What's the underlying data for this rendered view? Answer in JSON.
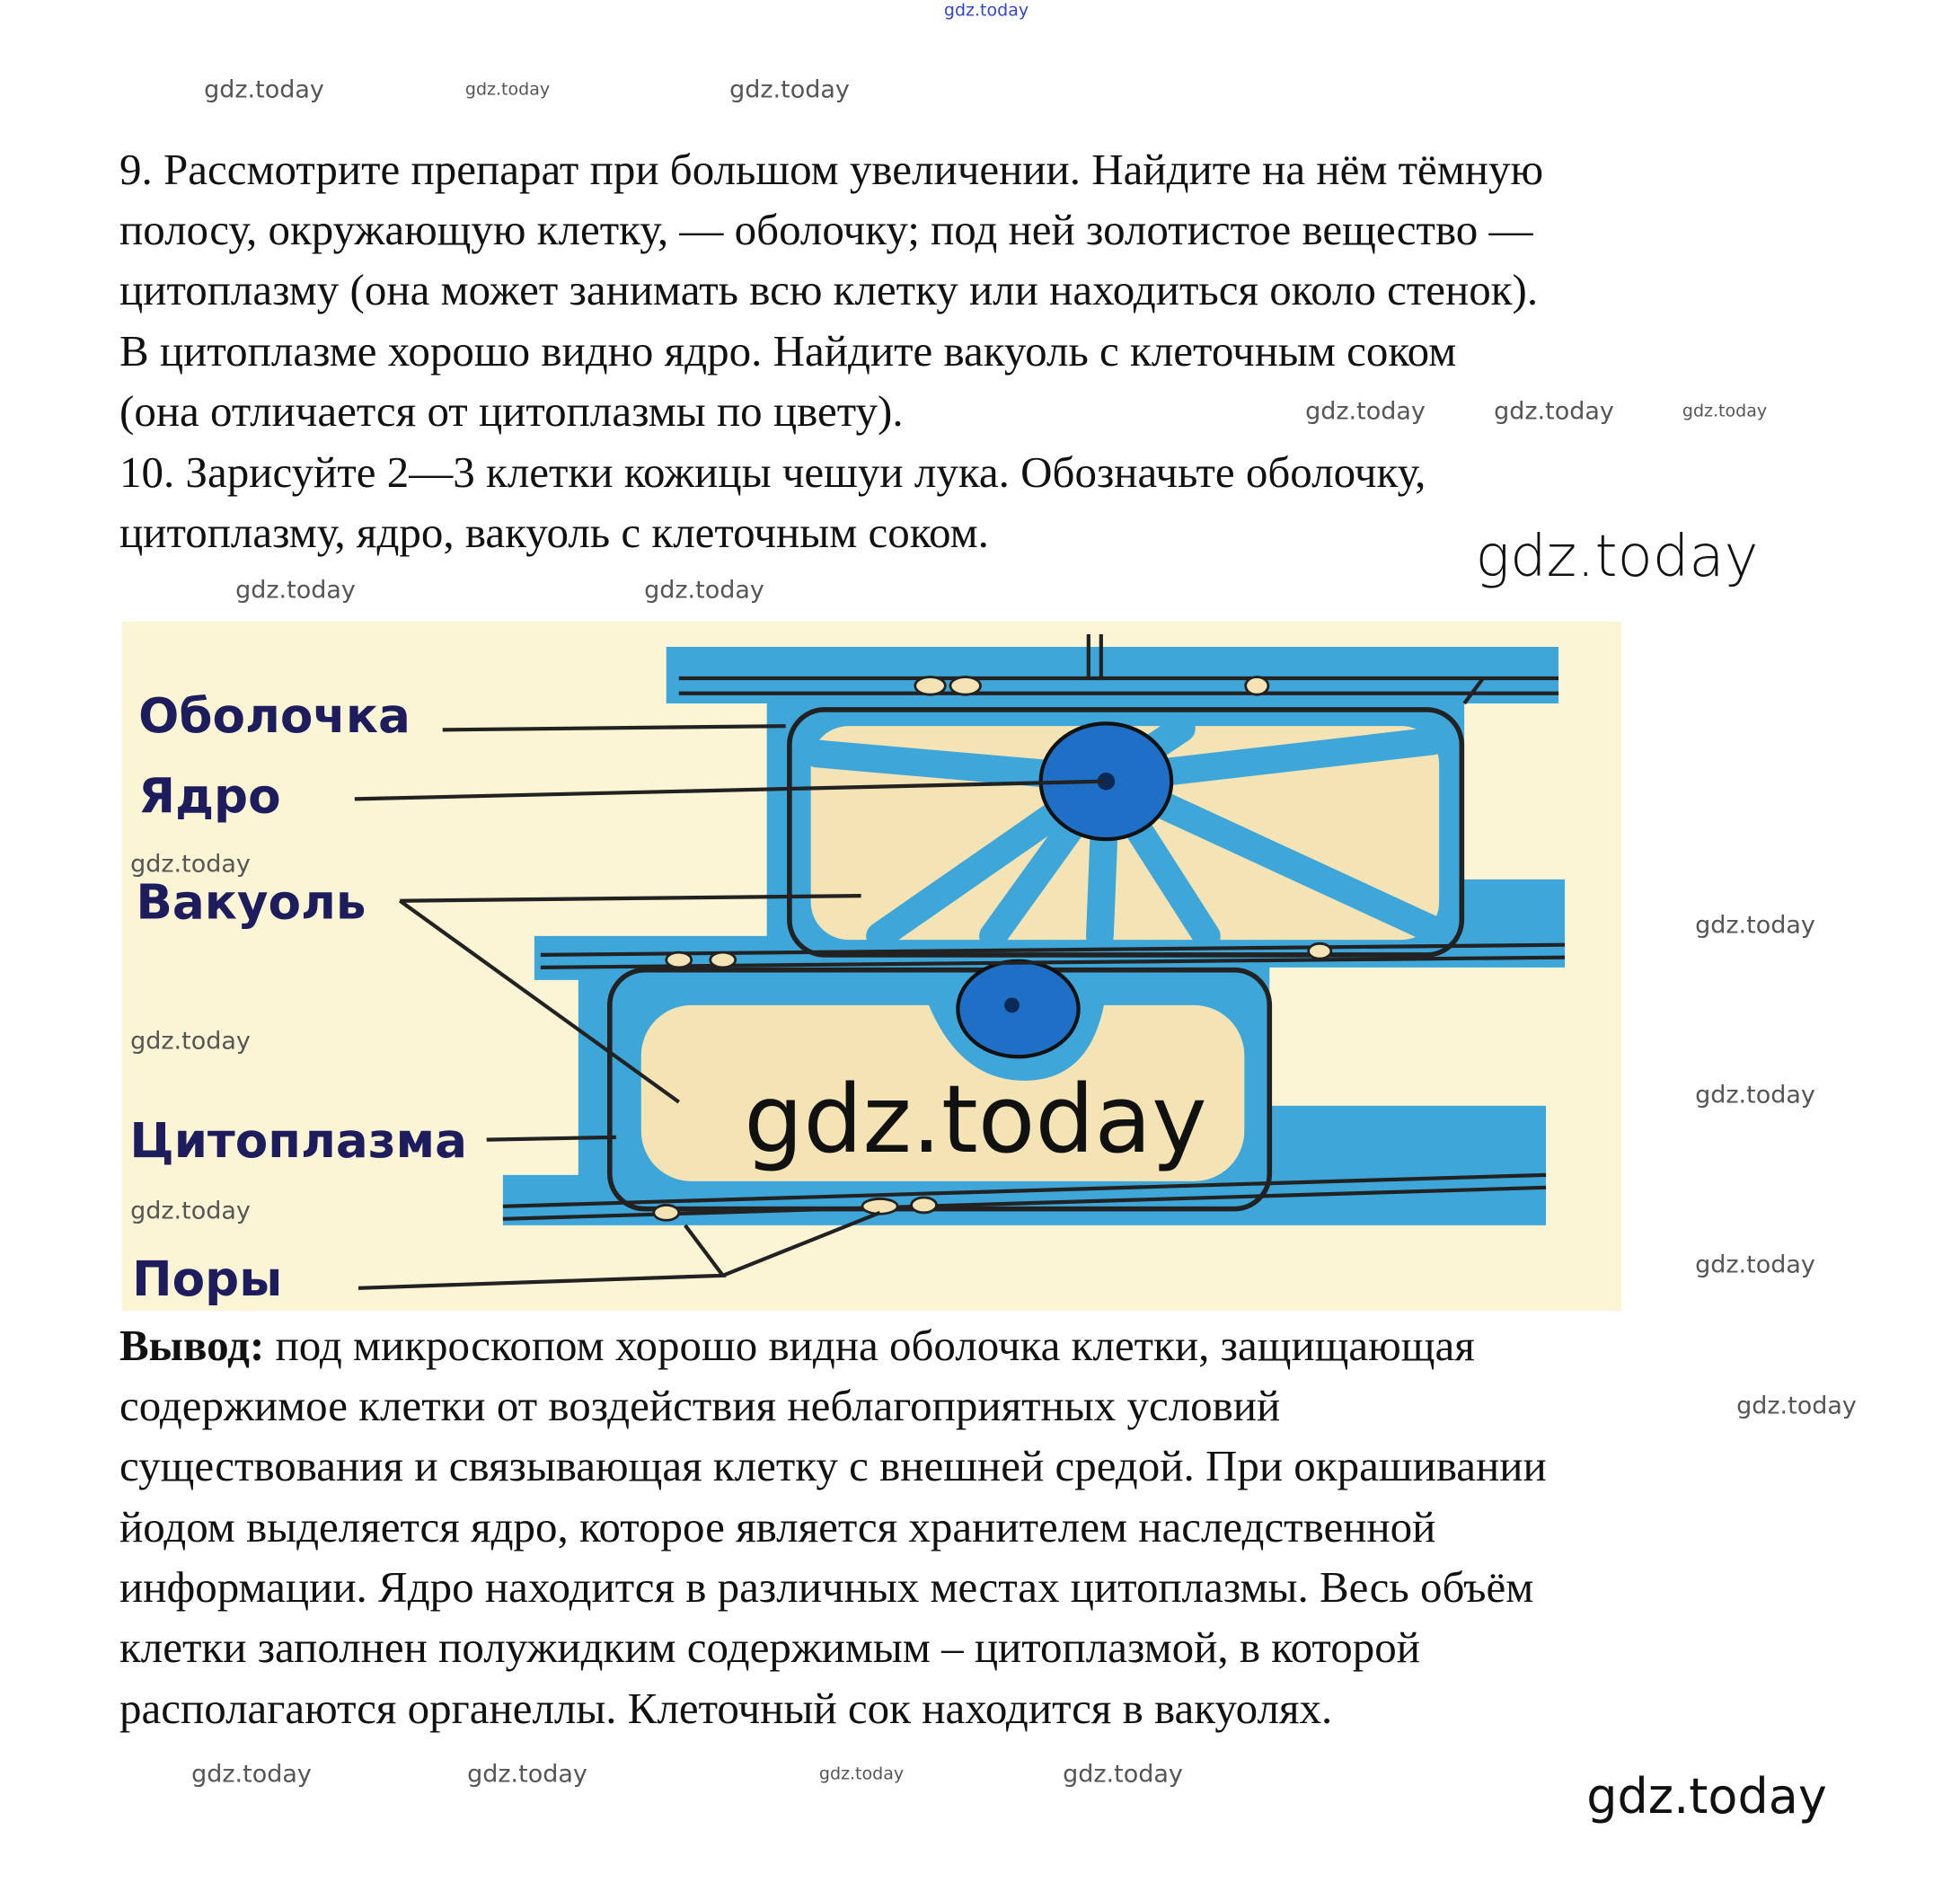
{
  "task": {
    "lines": [
      "9. Рассмотрите препарат при большом увеличении. Найдите на нём тёмную",
      "полосу, окружающую клетку, — оболочку; под ней золотистое вещество —",
      "цитоплазму (она может занимать всю клетку или находиться около стенок).",
      "В цитоплазме хорошо видно ядро. Найдите вакуоль с клеточным соком",
      "(она отличается от цитоплазмы по цвету).",
      "10. Зарисуйте 2—3 клетки кожицы чешуи лука. Обозначьте оболочку,",
      "цитоплазму, ядро, вакуоль с клеточным соком."
    ]
  },
  "diagram": {
    "labels": {
      "membrane": "Оболочка",
      "nucleus": "Ядро",
      "vacuole": "Вакуоль",
      "cytoplasm": "Цитоплазма",
      "pores": "Поры"
    },
    "colors": {
      "background": "#fbf5d6",
      "cytoplasm": "#3ea6d8",
      "vacuole": "#f4e3b4",
      "nucleus": "#1f6fc7"
    }
  },
  "conclusion": {
    "heading": "Вывод:",
    "first_line_rest": " под микроскопом хорошо видна оболочка клетки, защищающая",
    "lines": [
      "содержимое клетки от воздействия неблагоприятных условий",
      "существования и связывающая клетку с внешней средой. При окрашивании",
      "йодом выделяется ядро, которое является хранителем наследственной",
      "информации. Ядро находится в различных местах цитоплазмы. Весь объём",
      "клетки заполнен полужидким содержимым – цитоплазмой, в которой",
      "располагаются органеллы. Клеточный сок находится в вакуолях."
    ]
  },
  "watermark": "gdz.today"
}
